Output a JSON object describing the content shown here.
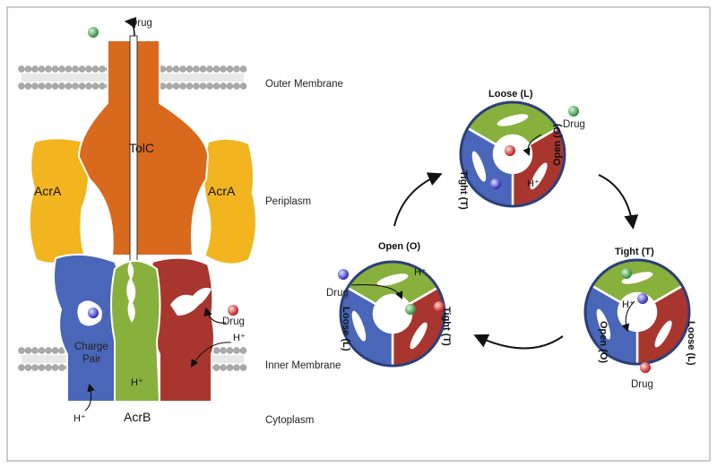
{
  "left_panel": {
    "drug_top": "Drug",
    "tolc": "TolC",
    "acra_left": "AcrA",
    "acra_right": "AcrA",
    "charge_pair": [
      "Charge",
      "Pair"
    ],
    "h_plus": "H⁺",
    "h_plus_inner": "H⁺",
    "h_plus_right": "H⁺",
    "drug_right": "Drug",
    "acrb": "AcrB"
  },
  "layer_labels": {
    "outer": "Outer Membrane",
    "periplasm": "Periplasm",
    "inner": "Inner Membrane",
    "cytoplasm": "Cytoplasm"
  },
  "cycle": {
    "top": {
      "title": "Loose (L)",
      "left": "Tight (T)",
      "right": "Open (O)",
      "drug": "Drug",
      "h": "H⁺"
    },
    "right": {
      "title": "Tight (T)",
      "left": "Open (O)",
      "right": "Loose (L)",
      "drug": "Drug",
      "h": "H⁺"
    },
    "left": {
      "title": "Open (O)",
      "left": "Loose (L)",
      "right": "Tight (T)",
      "drug": "Drug",
      "h": "H⁺"
    }
  },
  "colors": {
    "tolc": "#d9691c",
    "acra": "#f2b51f",
    "blue": "#4a66b8",
    "green": "#88b03c",
    "red": "#a8362f",
    "membrane": "#a8a8a8"
  }
}
